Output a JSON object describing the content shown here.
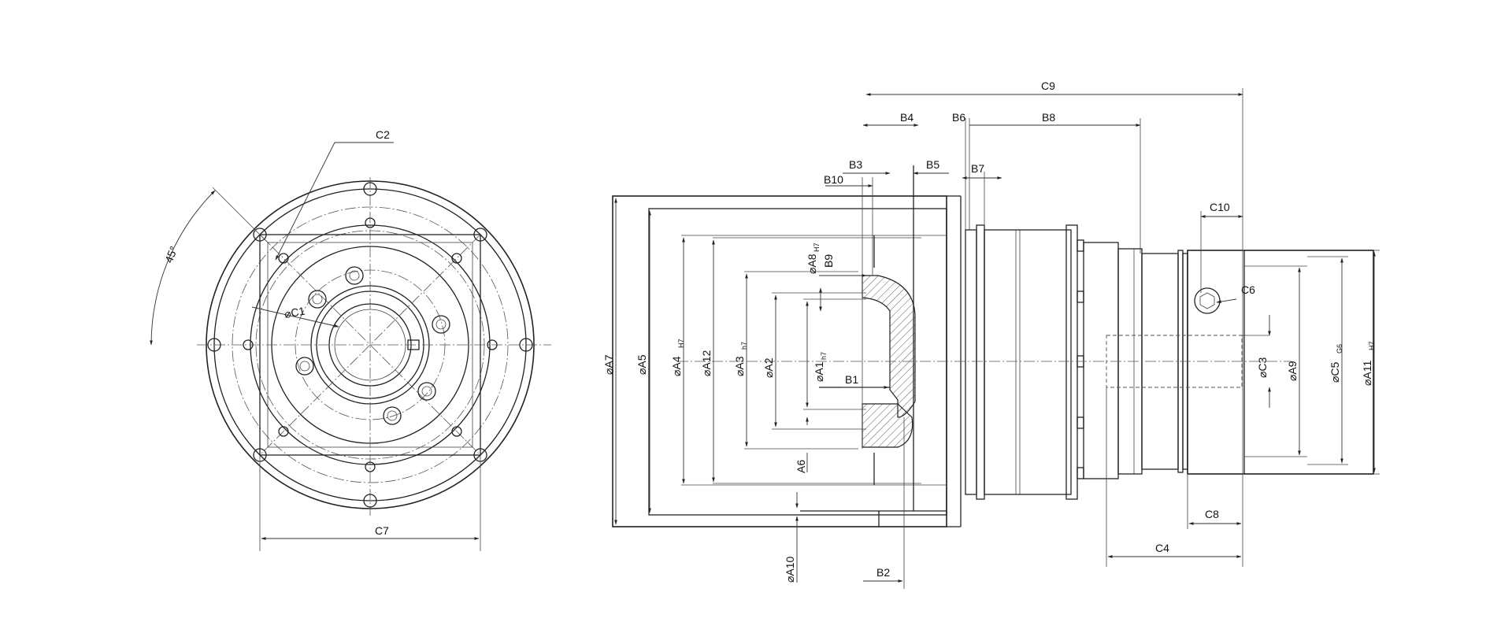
{
  "title": "",
  "front_view": {
    "labels": {
      "c2": "C2",
      "c1": "⌀C1",
      "angle": "45°",
      "c7": "C7"
    }
  },
  "side_view": {
    "labels": {
      "c9": "C9",
      "b4": "B4",
      "b6": "B6",
      "b8": "B8",
      "b3": "B3",
      "b10": "B10",
      "b5": "B5",
      "b7": "B7",
      "c10": "C10",
      "c6": "C6",
      "a7": "⌀A7",
      "a5": "⌀A5",
      "a4": "⌀A4",
      "a4_tol": "H7",
      "a12": "⌀A12",
      "a3": "⌀A3",
      "a3_tol": "h7",
      "a2": "⌀A2",
      "a1": "⌀A1",
      "a1_tol": "h7",
      "a8": "⌀A8",
      "a8_tol": "H7",
      "b9": "B9",
      "b1": "B1",
      "a6": "A6",
      "a10": "⌀A10",
      "b2": "B2",
      "c3": "⌀C3",
      "a9": "⌀A9",
      "c5": "⌀C5",
      "c5_tol": "G6",
      "a11": "⌀A11",
      "a11_tol": "H7",
      "c8": "C8",
      "c4": "C4"
    }
  }
}
